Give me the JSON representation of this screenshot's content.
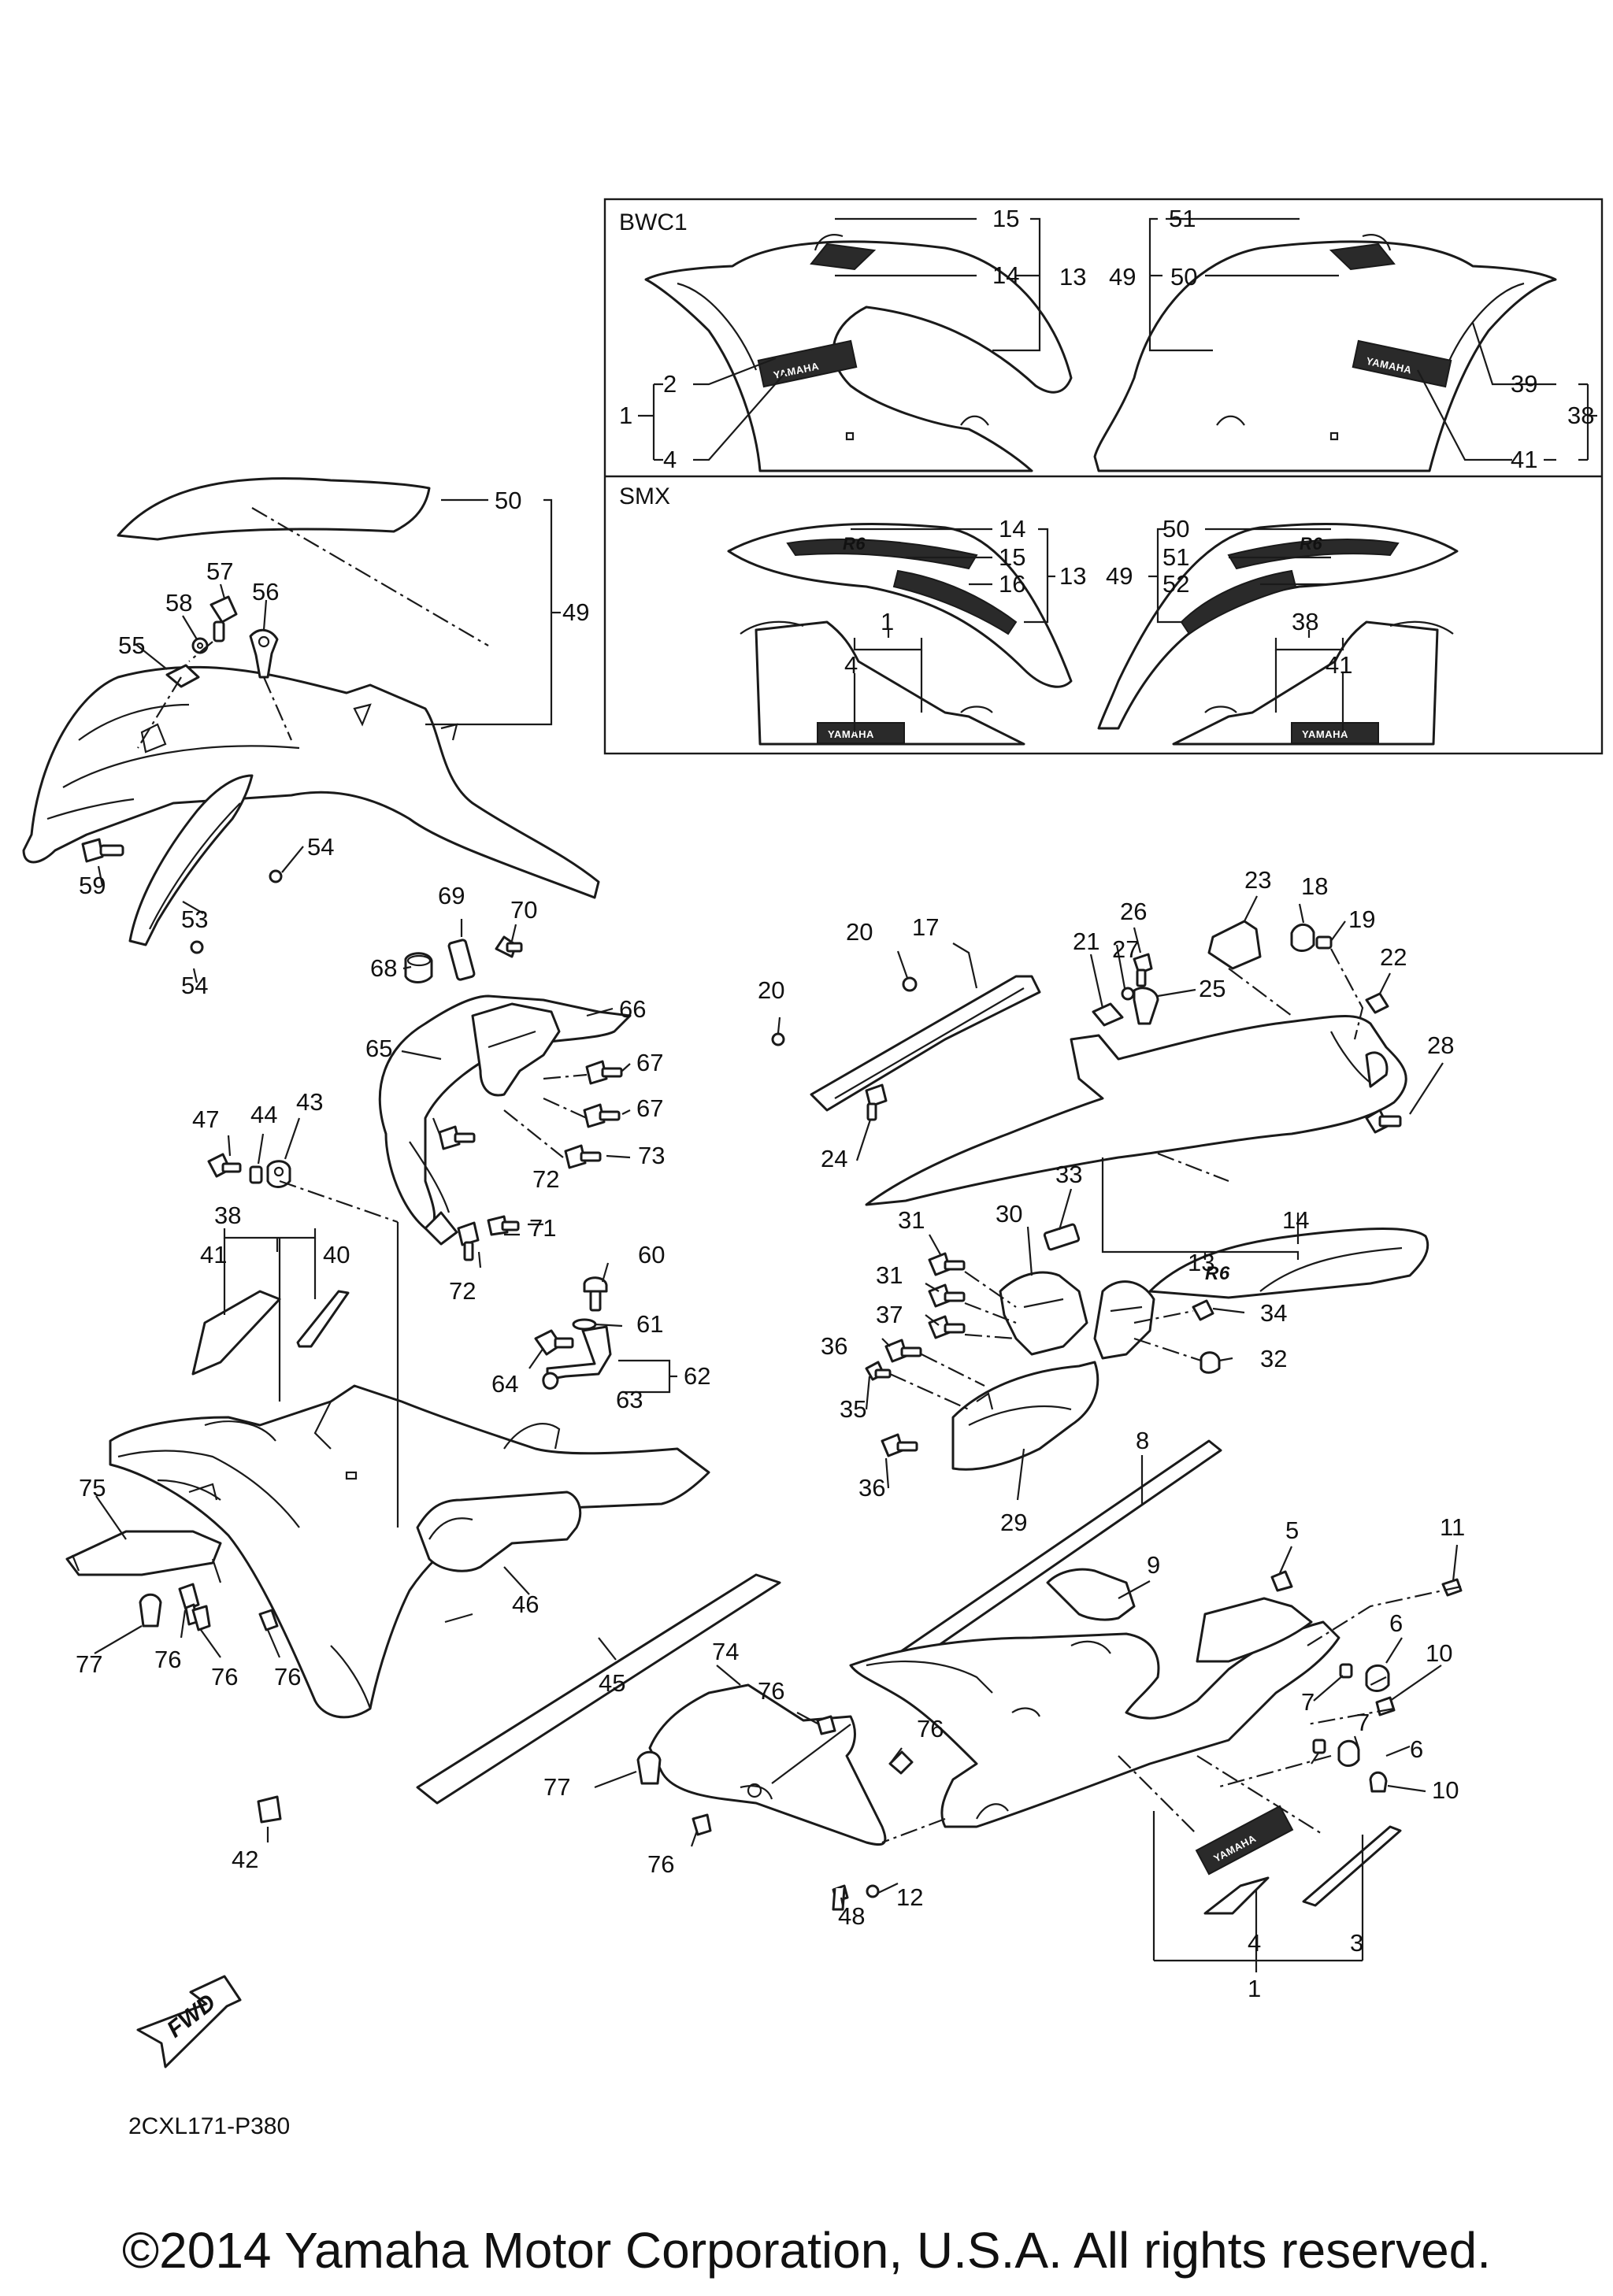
{
  "diagram": {
    "sections": {
      "bwc1": "BWC1",
      "smx": "SMX"
    },
    "badge_text": "YAMAHA",
    "r6_text": "R6",
    "fwd_text": "FWD",
    "drawing_code": "2CXL171-P380",
    "parts": {
      "p1": "1",
      "p2": "2",
      "p3": "3",
      "p4": "4",
      "p5": "5",
      "p6": "6",
      "p7": "7",
      "p8": "8",
      "p9": "9",
      "p10": "10",
      "p11": "11",
      "p12": "12",
      "p13": "13",
      "p14": "14",
      "p15": "15",
      "p16": "16",
      "p17": "17",
      "p18": "18",
      "p19": "19",
      "p20": "20",
      "p21": "21",
      "p22": "22",
      "p23": "23",
      "p24": "24",
      "p25": "25",
      "p26": "26",
      "p27": "27",
      "p28": "28",
      "p29": "29",
      "p30": "30",
      "p31": "31",
      "p32": "32",
      "p33": "33",
      "p34": "34",
      "p35": "35",
      "p36": "36",
      "p37": "37",
      "p38": "38",
      "p39": "39",
      "p40": "40",
      "p41": "41",
      "p42": "42",
      "p43": "43",
      "p44": "44",
      "p45": "45",
      "p46": "46",
      "p47": "47",
      "p48": "48",
      "p49": "49",
      "p50": "50",
      "p51": "51",
      "p52": "52",
      "p53": "53",
      "p54": "54",
      "p55": "55",
      "p56": "56",
      "p57": "57",
      "p58": "58",
      "p59": "59",
      "p60": "60",
      "p61": "61",
      "p62": "62",
      "p63": "63",
      "p64": "64",
      "p65": "65",
      "p66": "66",
      "p67": "67",
      "p68": "68",
      "p69": "69",
      "p70": "70",
      "p71": "71",
      "p72": "72",
      "p73": "73",
      "p74": "74",
      "p75": "75",
      "p76": "76",
      "p77": "77"
    }
  },
  "copyright": "©2014 Yamaha Motor Corporation, U.S.A. All rights reserved."
}
